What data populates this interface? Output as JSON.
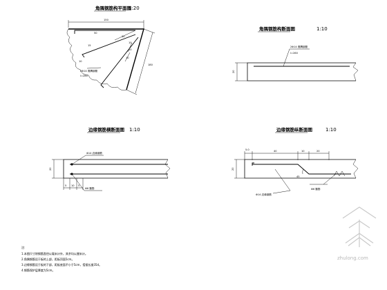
{
  "views": {
    "plan": {
      "title": "角隅钢筋构平面图",
      "scale": "1:20",
      "dims": {
        "top": "150",
        "inner_top": "50",
        "right": "180",
        "d30": "30",
        "d10a": "10",
        "d10b": "10",
        "d10c": "10",
        "d10d": "10",
        "d15": "15"
      },
      "bar_label": "2Φ14 角隅钢筋",
      "bar_len": "l=260"
    },
    "corner_section": {
      "title": "角隅钢筋构断面图",
      "scale": "1:10",
      "dims": {
        "height": "20"
      },
      "bar_label": "2Φ14 角隅钢筋",
      "bar_len": "l=260"
    },
    "edge_cross": {
      "title": "边缘钢筋横断面图",
      "scale": "1:10",
      "dims": {
        "height": "20",
        "bottom_a": "5",
        "bottom_b": "10",
        "bottom_c": "5"
      },
      "bar_top_label": "Φ14 边缘钢筋",
      "bar_bottom_label": "Φ6 箍筋"
    },
    "edge_long": {
      "title": "边缘钢筋纵断面图",
      "scale": "1:10",
      "dims": {
        "d5": "5.0",
        "d40": "40",
        "d10": "10",
        "d20": "20",
        "angle": "45",
        "height": "20"
      },
      "bar_bottom_label": "Φ14 边缘钢筋",
      "bar_right_label": "Φ6 箍筋"
    }
  },
  "notes": {
    "title": "注:",
    "lines": [
      "1.本图尺寸除钢筋直径以毫米计外，其余均以厘米计。",
      "2.角隅钢筋设于板的上部，距板顶面5cm。",
      "3.边缘钢筋设于板的下部，距板底面不小于5cm，搭接长度35d。",
      "4.钢筋保护层厚度为5cm。"
    ]
  },
  "watermark": "zhulong.com",
  "colors": {
    "line": "#000000",
    "background": "#ffffff",
    "watermark": "#c9c9c9"
  }
}
